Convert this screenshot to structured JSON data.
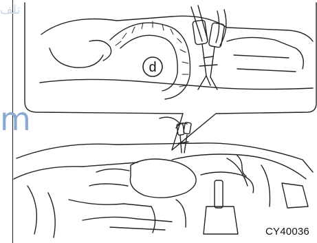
{
  "watermark": {
    "arabic": "تلف",
    "latin": "m"
  },
  "callout_label": "d",
  "figure_code": "CY40036"
}
